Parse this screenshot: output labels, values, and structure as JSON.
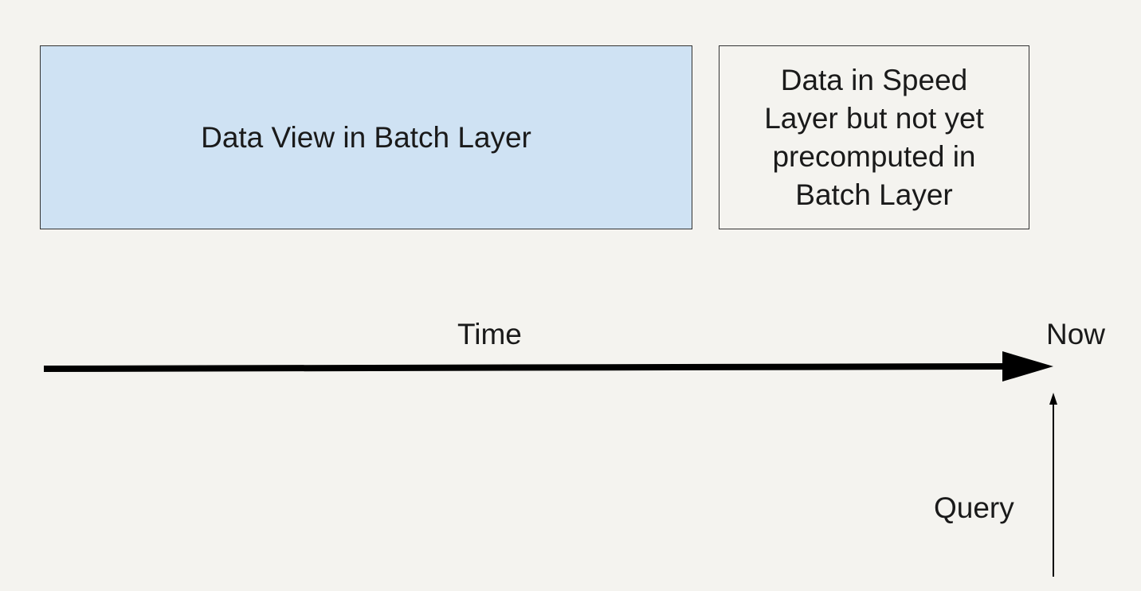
{
  "batch_box": {
    "label": "Data View in Batch Layer",
    "fill": "#cfe2f3"
  },
  "speed_box": {
    "label": "Data in Speed\nLayer but not yet\nprecomputed in\nBatch Layer",
    "fill": "#f4f3ef"
  },
  "timeline": {
    "label": "Time",
    "end_label": "Now"
  },
  "query": {
    "label": "Query"
  },
  "colors": {
    "background": "#f4f3ef",
    "stroke": "#000000"
  }
}
